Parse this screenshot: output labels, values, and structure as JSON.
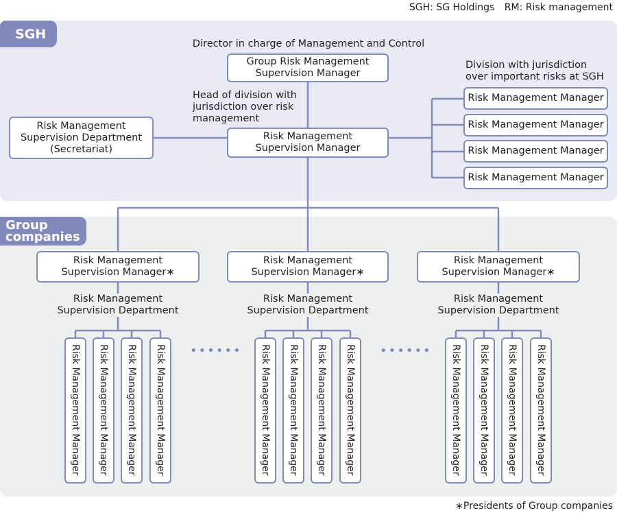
{
  "legend": [
    "SGH: SG Holdings",
    "RM: Risk management"
  ],
  "sgh": {
    "tab": "SGH",
    "director_label": "Director in charge of Management and Control",
    "group_rm_manager": [
      "Group Risk Management",
      "Supervision Manager"
    ],
    "head_label": [
      "Head of division with",
      "jurisdiction over risk",
      "management"
    ],
    "secretariat": [
      "Risk Management",
      "Supervision Department",
      "(Secretariat)"
    ],
    "rm_supervision_manager": [
      "Risk Management",
      "Supervision Manager"
    ],
    "division_label": [
      "Division with jurisdiction",
      "over important risks at SGH"
    ],
    "division_managers": [
      "Risk Management Manager",
      "Risk Management Manager",
      "Risk Management Manager",
      "Risk Management Manager"
    ]
  },
  "group": {
    "tab": [
      "Group",
      "companies"
    ],
    "companies": [
      {
        "manager": [
          "Risk Management",
          "Supervision Manager∗"
        ],
        "dept": [
          "Risk Management",
          "Supervision Department"
        ],
        "managers": [
          "Risk Management Manager",
          "Risk Management Manager",
          "Risk Management Manager",
          "Risk Management Manager"
        ]
      },
      {
        "manager": [
          "Risk Management",
          "Supervision Manager∗"
        ],
        "dept": [
          "Risk Management",
          "Supervision Department"
        ],
        "managers": [
          "Risk Management Manager",
          "Risk Management Manager",
          "Risk Management Manager",
          "Risk Management Manager"
        ]
      },
      {
        "manager": [
          "Risk Management",
          "Supervision Manager∗"
        ],
        "dept": [
          "Risk Management",
          "Supervision Department"
        ],
        "managers": [
          "Risk Management Manager",
          "Risk Management Manager",
          "Risk Management Manager",
          "Risk Management Manager"
        ]
      }
    ],
    "ellipsis": "••••••"
  },
  "footnote": "∗Presidents of Group companies",
  "colors": {
    "accent": "#8289bd",
    "sgh_bg": "#e9eaf3",
    "group_bg": "#eef0f0"
  }
}
